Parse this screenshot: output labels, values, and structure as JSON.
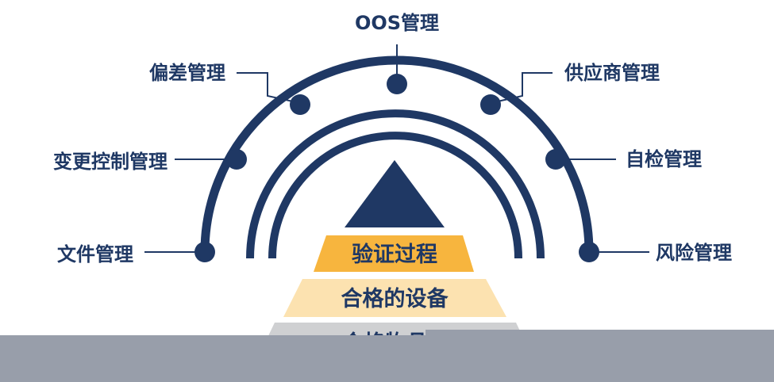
{
  "labels": {
    "top": "OOS管理",
    "upper_left": "偏差管理",
    "upper_right": "供应商管理",
    "mid_left": "变更控制管理",
    "mid_right": "自检管理",
    "low_left": "文件管理",
    "low_right": "风险管理"
  },
  "pyramid": {
    "level1": "验证过程",
    "level2": "合格的设备",
    "level3": "合格物品"
  },
  "colors": {
    "navy": "#1f3864",
    "gold": "#f7b53e",
    "cream": "#fce2b0",
    "grey": "#cfd0d2",
    "band": "#989eaa"
  }
}
